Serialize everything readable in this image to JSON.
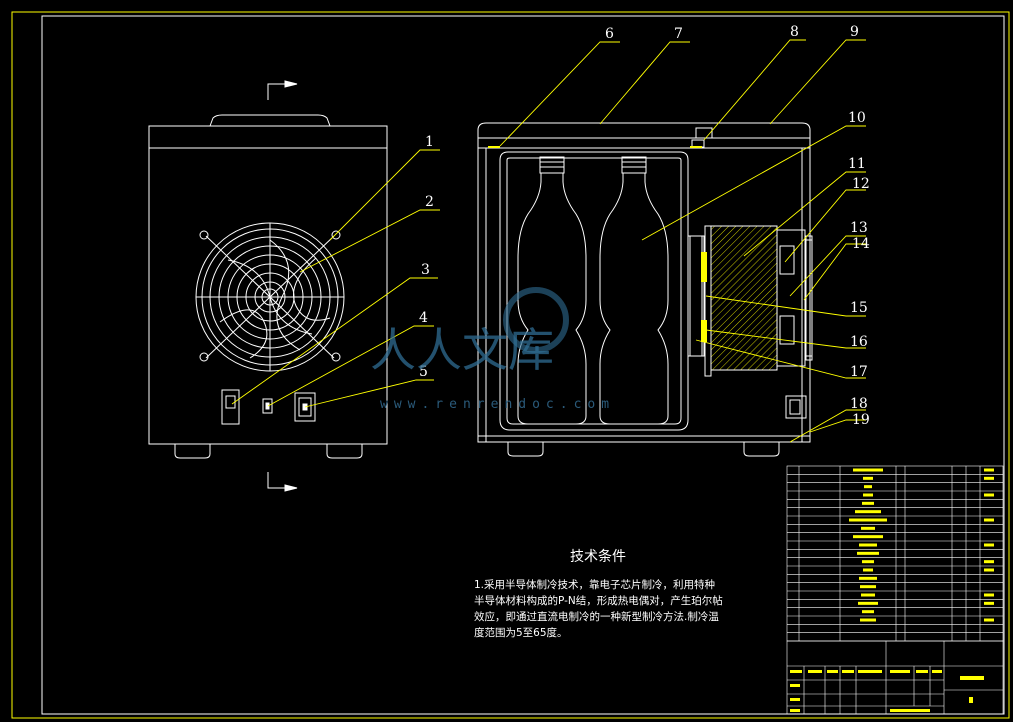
{
  "drawing": {
    "balloons": [
      "1",
      "2",
      "3",
      "4",
      "5",
      "6",
      "7",
      "8",
      "9",
      "10",
      "11",
      "12",
      "13",
      "14",
      "15",
      "16",
      "17",
      "18",
      "19"
    ],
    "tech": {
      "title": "技术条件",
      "lines": [
        "1.采用半导体制冷技术，靠电子芯片制冷，利用特种",
        "半导体材料构成的P-N结，形成热电偶对，产生珀尔帖",
        "效应，即通过直流电制冷的一种新型制冷方法.制冷温",
        "度范围为5至65度。"
      ]
    },
    "watermark": {
      "chars": "人人文库",
      "url": "www.renrendoc.com"
    },
    "colors": {
      "background": "#000000",
      "line": "#ffffff",
      "leader": "#ffff00",
      "highlight": "#ffff00",
      "hatch": "#ffff00",
      "watermark": "#2f6d93"
    }
  }
}
